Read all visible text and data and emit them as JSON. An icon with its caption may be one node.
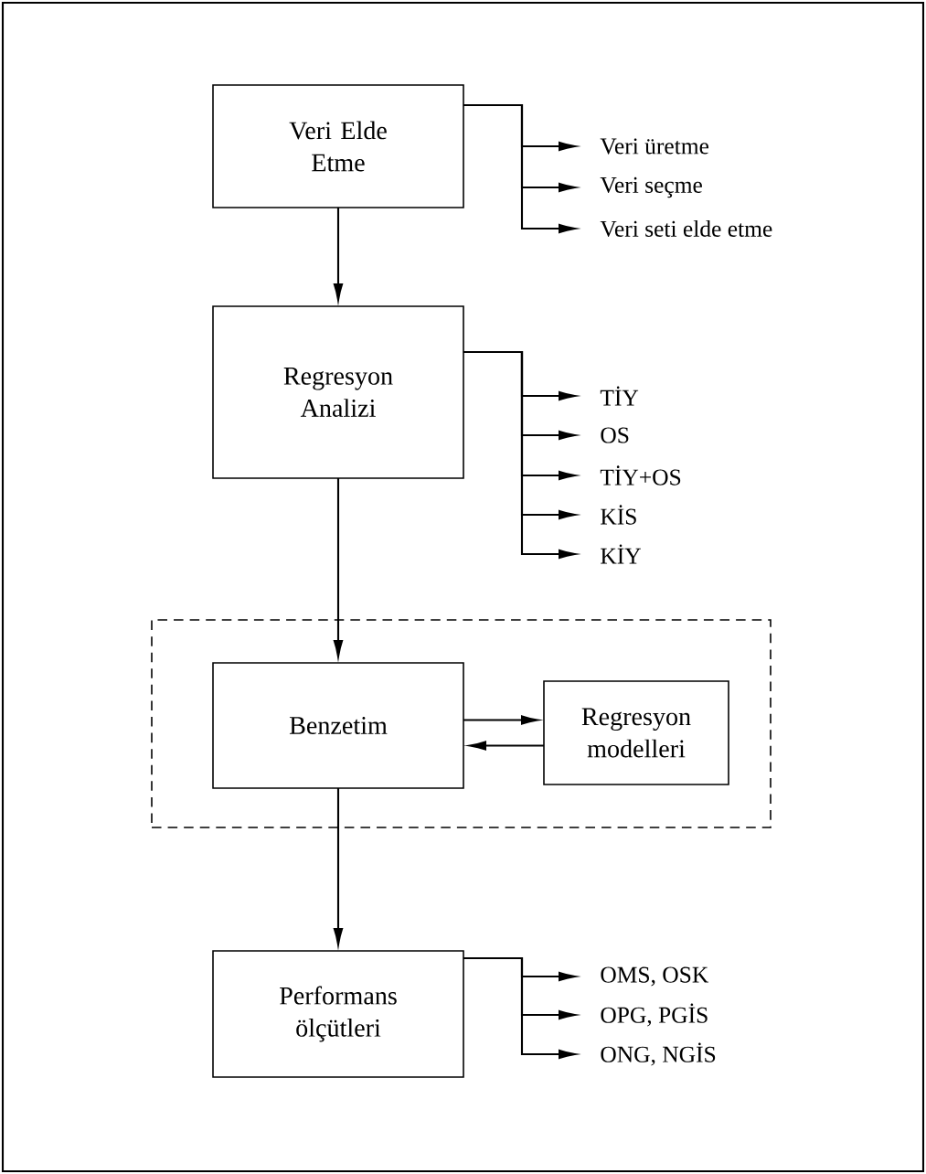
{
  "diagram": {
    "nodes": [
      {
        "text": [
          "Veri Elde Etme"
        ]
      },
      {
        "text": [
          "Veri üretme"
        ]
      },
      {
        "text": [
          "Veri seçme"
        ]
      },
      {
        "text": [
          "Veri seti elde etme"
        ]
      },
      {
        "text": [
          "Regresyon Analizi"
        ]
      },
      {
        "text": [
          "TİY"
        ]
      },
      {
        "text": [
          "OS"
        ]
      },
      {
        "text": [
          "TİY+OS"
        ]
      },
      {
        "text": [
          "KİS"
        ]
      },
      {
        "text": [
          "KİY"
        ]
      },
      {
        "text": [],
        "shape": "box"
      },
      {
        "text": [
          "Benzetim"
        ],
        "in": 10
      },
      {
        "text": [
          "Regresyon modelleri"
        ],
        "in": 10
      },
      {
        "text": [
          "Performans ölçütleri"
        ]
      },
      {
        "text": [
          "OMS, OSK"
        ]
      },
      {
        "text": [
          "OPG, PGİS"
        ]
      },
      {
        "text": [
          "ONG, NGİS"
        ]
      }
    ],
    "edges": [
      {
        "from": 0,
        "to": 1,
        "arrow": "to"
      },
      {
        "from": 0,
        "to": 2,
        "arrow": "to"
      },
      {
        "from": 0,
        "to": 3,
        "arrow": "to"
      },
      {
        "from": 0,
        "to": 4,
        "arrow": "to"
      },
      {
        "from": 4,
        "to": 5,
        "arrow": "to"
      },
      {
        "from": 4,
        "to": 6,
        "arrow": "to"
      },
      {
        "from": 4,
        "to": 7,
        "arrow": "to"
      },
      {
        "from": 4,
        "to": 8,
        "arrow": "to"
      },
      {
        "from": 4,
        "to": 9,
        "arrow": "to"
      },
      {
        "from": 4,
        "to": 11,
        "arrow": "to"
      },
      {
        "from": 11,
        "to": 12,
        "arrow": "to"
      },
      {
        "from": 12,
        "to": 11,
        "arrow": "to"
      },
      {
        "from": 11,
        "to": 13,
        "arrow": "to"
      },
      {
        "from": 13,
        "to": 14,
        "arrow": "to"
      },
      {
        "from": 13,
        "to": 15,
        "arrow": "to"
      },
      {
        "from": 13,
        "to": 16,
        "arrow": "to"
      }
    ]
  }
}
